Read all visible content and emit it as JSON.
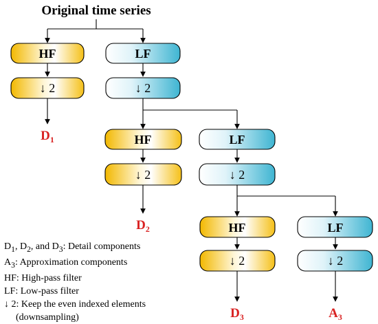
{
  "diagram": {
    "title": "Original time series",
    "hf_label": "HF",
    "lf_label": "LF",
    "down_label": "↓ 2",
    "outputs": {
      "d1": {
        "base": "D",
        "sub": "1"
      },
      "d2": {
        "base": "D",
        "sub": "2"
      },
      "d3": {
        "base": "D",
        "sub": "3"
      },
      "a3": {
        "base": "A",
        "sub": "3"
      }
    },
    "colors": {
      "hf_fill": "#f6c21e",
      "lf_fill": "#5ec4dc",
      "output_text": "#d92222",
      "stroke": "#000000"
    }
  },
  "legend": {
    "line1": {
      "d1": "D",
      "s1": "1",
      "sep1": ", D",
      "s2": "2",
      "sep2": ", and D",
      "s3": "3",
      "rest": ": Detail components"
    },
    "line2": {
      "a": "A",
      "s": "3",
      "rest": ": Approximation components"
    },
    "line3": "HF: High-pass filter",
    "line4": "LF: Low-pass filter",
    "line5": "↓ 2:  Keep the even indexed elements",
    "line6": "(downsampling)"
  }
}
